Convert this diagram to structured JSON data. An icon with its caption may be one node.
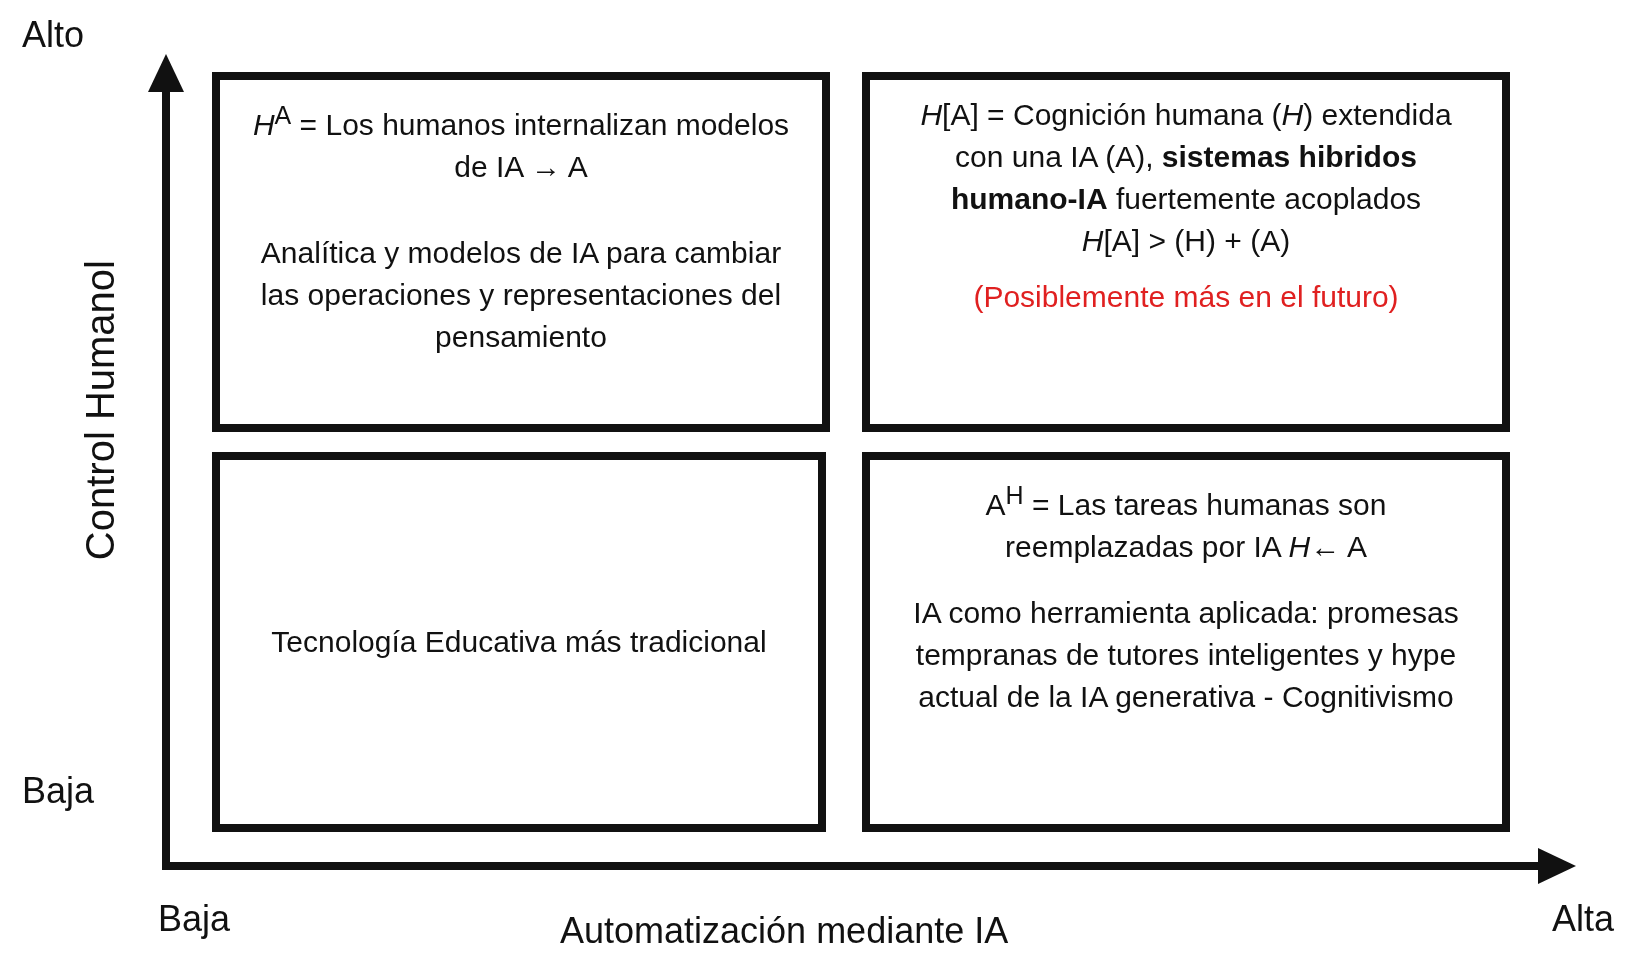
{
  "diagram": {
    "nodes": [
      {
        "text": [
          "*H*$^{A}$ = Los humanos internalizan modelos de IA → A",
          "Analítica y modelos de IA para cambiar las operaciones y representaciones del pensamiento"
        ]
      },
      {
        "text": [
          "*H*[A] = Cognición humana (*H*) extendida con una IA (A), **sistemas hibridos humano-IA** fuertemente acoplados",
          "*H*[A] > (H) + (A)",
          "(Posiblemente más en el futuro)"
        ]
      },
      {
        "text": [
          "Tecnología Educativa más tradicional"
        ]
      },
      {
        "text": [
          "A$^{H}$ = Las tareas humanas son reemplazadas por IA *H*← A",
          "IA como herramienta aplicada: promesas tempranas de tutores inteligentes y hype actual de la IA generativa - Cognitivismo"
        ]
      }
    ],
    "edges": [],
    "labels": [
      "Alto",
      "Control Humanol",
      "Baja",
      "Baja",
      "Automatización mediante IA",
      "Alta"
    ]
  }
}
